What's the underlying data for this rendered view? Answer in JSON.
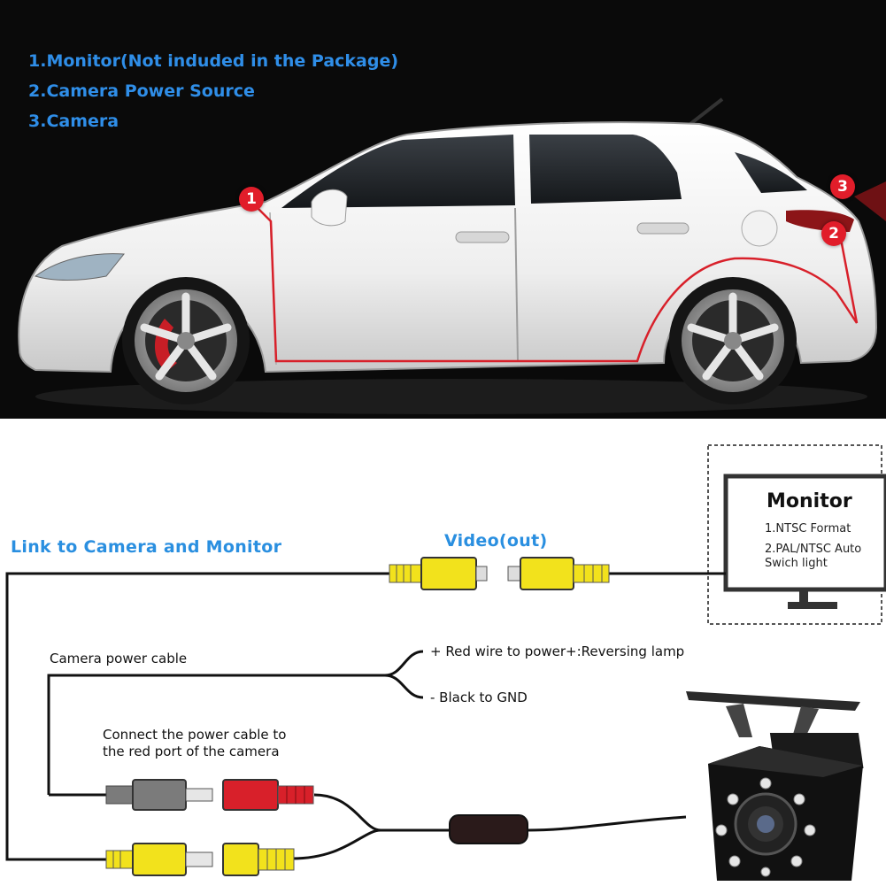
{
  "legend": {
    "items": [
      "1.Monitor(Not induded in the Package)",
      "2.Camera Power Source",
      "3.Camera"
    ]
  },
  "markers": [
    "1",
    "2",
    "3"
  ],
  "diagram": {
    "link_label": "Link to Camera and Monitor",
    "video_label": "Video(out)",
    "monitor": {
      "title": "Monitor",
      "line1": "1.NTSC Format",
      "line2": "2.PAL/NTSC Auto",
      "line3": "Swich light"
    },
    "power_cable_label": "Camera power cable",
    "red_wire_label": "+ Red wire to power+:Reversing lamp",
    "black_wire_label": "- Black to GND",
    "connect_note_line1": "Connect the power cable to",
    "connect_note_line2": "the red port of the camera"
  },
  "colors": {
    "legend_text": "#2f8ee8",
    "marker": "#e11d2a",
    "rca_yellow": "#f2e21c",
    "rca_red": "#d8202a",
    "rca_gray": "#7b7b7b",
    "wire": "#111111"
  }
}
